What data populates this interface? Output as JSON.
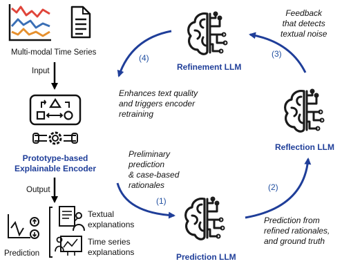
{
  "input_block": {
    "caption": "Multi-modal Time Series",
    "input_label": "Input"
  },
  "encoder": {
    "title_line1": "Prototype-based",
    "title_line2": "Explainable Encoder",
    "output_label": "Output"
  },
  "outputs": {
    "prediction_label": "Prediction",
    "textual_line1": "Textual",
    "textual_line2": "explanations",
    "ts_line1": "Time series",
    "ts_line2": "explanations"
  },
  "llms": {
    "refinement": "Refinement LLM",
    "reflection": "Reflection LLM",
    "prediction": "Prediction LLM"
  },
  "steps": {
    "s1": "(1)",
    "s2": "(2)",
    "s3": "(3)",
    "s4": "(4)"
  },
  "annotations": {
    "feedback": [
      "Feedback",
      "that detects",
      "textual noise"
    ],
    "enhances": [
      "Enhances text quality",
      "and triggers encoder",
      "retraining"
    ],
    "preliminary": [
      "Preliminary",
      "prediction",
      "& case-based",
      "rationales"
    ],
    "prediction_from": [
      "Prediction from",
      "refined rationales,",
      "and ground truth"
    ]
  },
  "colors": {
    "accent_blue": "#1f3e99",
    "series_red": "#e0453a",
    "series_blue": "#3a6fb5",
    "series_orange": "#e6902e"
  }
}
